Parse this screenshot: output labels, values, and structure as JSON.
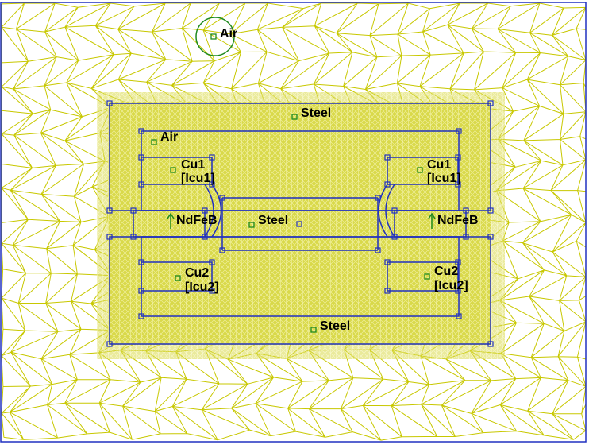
{
  "colors": {
    "background": "#ffffff",
    "mesh": "#c8c800",
    "mesh_dense_fill": "#d6d63a",
    "outline": "#2030c0",
    "node": "#2030c0",
    "label_text": "#0a0a0a",
    "label_marker": "#1f8a1f",
    "magnet_arrow": "#1f8a1f"
  },
  "labels": [
    {
      "id": "air-outer",
      "text": "Air",
      "icon": "block-label-marker"
    },
    {
      "id": "steel-top",
      "text": "Steel",
      "icon": "block-label-marker"
    },
    {
      "id": "air-inner",
      "text": "Air",
      "icon": "block-label-marker"
    },
    {
      "id": "cu1-left",
      "text": "Cu1",
      "sub": "[Icu1]",
      "icon": "block-label-marker"
    },
    {
      "id": "cu1-right",
      "text": "Cu1",
      "sub": "[Icu1]",
      "icon": "block-label-marker"
    },
    {
      "id": "ndfeb-left",
      "text": "NdFeB",
      "icon": "magnetization-arrow-icon"
    },
    {
      "id": "steel-center",
      "text": "Steel",
      "icon": "block-label-marker"
    },
    {
      "id": "ndfeb-right",
      "text": "NdFeB",
      "icon": "magnetization-arrow-icon"
    },
    {
      "id": "cu2-left",
      "text": "Cu2",
      "sub": "[Icu2]",
      "icon": "block-label-marker"
    },
    {
      "id": "cu2-right",
      "text": "Cu2",
      "sub": "[Icu2]",
      "icon": "block-label-marker"
    },
    {
      "id": "steel-bottom",
      "text": "Steel",
      "icon": "block-label-marker"
    }
  ]
}
